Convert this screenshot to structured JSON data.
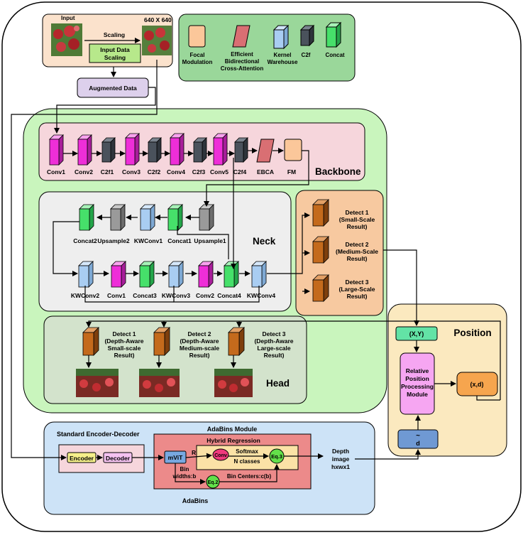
{
  "input": {
    "input_label": "Input",
    "size_label": "640 X 640",
    "scaling_label": "Scaling",
    "data_scaling_line1": "Input Data",
    "data_scaling_line2": "Scaling",
    "augmented_label": "Augmented Data"
  },
  "legend": {
    "focal_line1": "Focal",
    "focal_line2": "Modulation",
    "ebca_line1": "Efficient",
    "ebca_line2": "Bidirectional",
    "ebca_line3": "Cross-Attention",
    "kernel_line1": "Kernel",
    "kernel_line2": "Warehouse",
    "c2f_label": "C2f",
    "concat_label": "Concat"
  },
  "backbone": {
    "title": "Backbone",
    "labels": [
      "Conv1",
      "Conv2",
      "C2f1",
      "Conv3",
      "C2f2",
      "Conv4",
      "C2f3",
      "Conv5",
      "C2f4",
      "EBCA",
      "FM"
    ]
  },
  "neck": {
    "title": "Neck",
    "top_labels": [
      "Concat2",
      "Upsample2",
      "KWConv1",
      "Concat1",
      "Upsample1"
    ],
    "bottom_labels": [
      "KWConv2",
      "Conv1",
      "Concat3",
      "KWConv3",
      "Conv2",
      "Concat4",
      "KWConv4"
    ]
  },
  "detect": {
    "d1_line1": "Detect 1",
    "d1_line2": "(Small-Scale",
    "d1_line3": "Result)",
    "d2_line1": "Detect 2",
    "d2_line2": "(Medium-Scale",
    "d2_line3": "Result)",
    "d3_line1": "Detect 3",
    "d3_line2": "(Large-Scale",
    "d3_line3": "Result)"
  },
  "head": {
    "title": "Head",
    "h1_line1": "Detect 1",
    "h1_line2": "(Depth-Aware",
    "h1_line3": "Small-scale",
    "h1_line4": "Result)",
    "h2_line1": "Detect 2",
    "h2_line2": "(Depth-Aware",
    "h2_line3": "Medium-scale",
    "h2_line4": "Result)",
    "h3_line1": "Detect 3",
    "h3_line2": "(Depth-Aware",
    "h3_line3": "Large-scale",
    "h3_line4": "Result)"
  },
  "position": {
    "title": "Position",
    "xy_label": "(X,Y)",
    "rppm_line1": "Relative",
    "rppm_line2": "Position",
    "rppm_line3": "Processing",
    "rppm_line4": "Module",
    "xd_label": "(x,d)",
    "tilde_label": "~",
    "d_label": "d"
  },
  "adabins": {
    "encdec_title": "Standard Encoder-Decoder",
    "encoder_label": "Encoder",
    "decoder_label": "Decoder",
    "module_title": "AdaBins Module",
    "hybrid_title": "Hybrid Regression",
    "mvit_label": "mViT",
    "r_label": "R",
    "conv_label": "Conv",
    "softmax_label": "Softmax",
    "nclasses_label": "N classes",
    "eq3_label": "Eq.3",
    "eq2_label": "Eq.2",
    "bin_widths_line1": "Bin",
    "bin_widths_line2": "widths:b",
    "bin_centers_label": "Bin Centers:c(b)",
    "depth_line1": "Depth",
    "depth_line2": "image",
    "depth_line3": "hxwx1",
    "footer_label": "AdaBins"
  },
  "colors": {
    "pink": "#ee2ed8",
    "gray": "#4a525c",
    "blue": "#a9cdf2",
    "green": "#46e06a",
    "orange_cube": "#c46a1c",
    "ebca": "#d96f73",
    "fm": "#fbc79a"
  }
}
